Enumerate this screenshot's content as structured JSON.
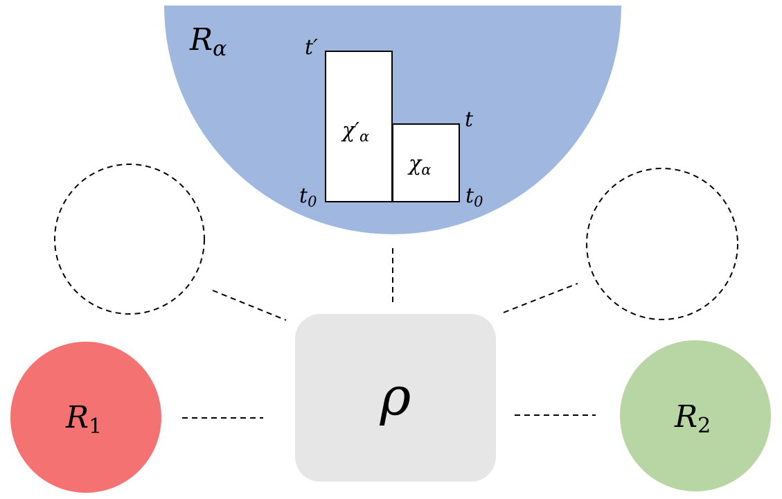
{
  "colors": {
    "reservoir_alpha": "#a0b8e0",
    "reservoir_1": "#f47372",
    "reservoir_2": "#b8d6a4",
    "system": "#e6e6e6",
    "background": "#ffffff",
    "outline": "#000000"
  },
  "labels": {
    "r_alpha": "R",
    "r_alpha_sub": "α",
    "r1": "R",
    "r1_sub": "1",
    "r2": "R",
    "r2_sub": "2",
    "rho": "ρ",
    "chi_prime": "χ′",
    "chi_prime_sub": "α",
    "chi": "χ",
    "chi_sub": "α",
    "t_prime": "t′",
    "t": "t",
    "t0_left": "t",
    "t0_left_sub": "0",
    "t0_right": "t",
    "t0_right_sub": "0"
  }
}
